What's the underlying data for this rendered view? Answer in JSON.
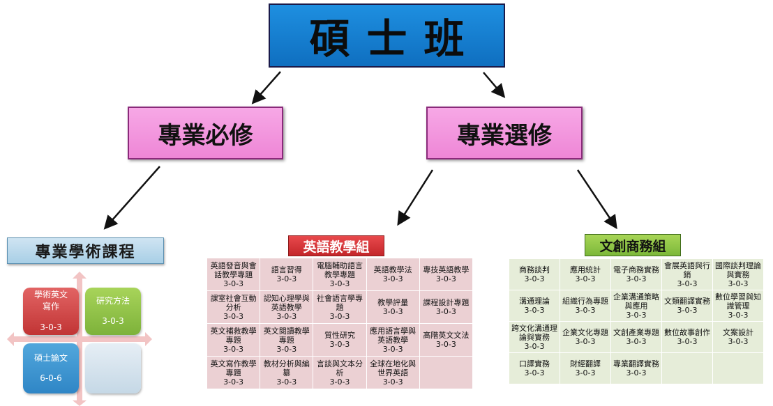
{
  "title": "碩士班",
  "branches": {
    "required": "專業必修",
    "elective": "專業選修"
  },
  "academic": {
    "label": "專業學術課程",
    "tiles": [
      {
        "name": "學術英文寫作",
        "code": "3-0-3"
      },
      {
        "name": "研究方法",
        "code": "3-0-3"
      },
      {
        "name": "碩士論文",
        "code": "6-0-6"
      },
      {
        "name": "",
        "code": ""
      }
    ]
  },
  "english_group": {
    "label": "英語教學組",
    "rows": [
      [
        {
          "name": "英語發音與會話教學專題",
          "code": "3-0-3"
        },
        {
          "name": "語言習得",
          "code": "3-0-3"
        },
        {
          "name": "電腦輔助語言教學專題",
          "code": "3-0-3"
        },
        {
          "name": "英語教學法",
          "code": "3-0-3"
        },
        {
          "name": "專技英語教學",
          "code": "3-0-3"
        }
      ],
      [
        {
          "name": "課室社會互動分析",
          "code": "3-0-3"
        },
        {
          "name": "認知心理學與英語教學",
          "code": "3-0-3"
        },
        {
          "name": "社會語言學專題",
          "code": "3-0-3"
        },
        {
          "name": "教學評量",
          "code": "3-0-3"
        },
        {
          "name": "課程設計專題",
          "code": "3-0-3"
        }
      ],
      [
        {
          "name": "英文補救教學專題",
          "code": "3-0-3"
        },
        {
          "name": "英文閱讀教學專題",
          "code": "3-0-3"
        },
        {
          "name": "質性研究",
          "code": "3-0-3"
        },
        {
          "name": "應用語言學與英語教學",
          "code": "3-0-3"
        },
        {
          "name": "高階英文文法",
          "code": "3-0-3"
        }
      ],
      [
        {
          "name": "英文寫作教學專題",
          "code": "3-0-3"
        },
        {
          "name": "教材分析與編纂",
          "code": "3-0-3"
        },
        {
          "name": "言談與文本分析",
          "code": "3-0-3"
        },
        {
          "name": "全球在地化與世界英語",
          "code": "3-0-3"
        },
        {
          "name": "",
          "code": ""
        }
      ]
    ]
  },
  "business_group": {
    "label": "文創商務組",
    "rows": [
      [
        {
          "name": "商務談判",
          "code": "3-0-3"
        },
        {
          "name": "應用統計",
          "code": "3-0-3"
        },
        {
          "name": "電子商務實務",
          "code": "3-0-3"
        },
        {
          "name": "會展英語與行銷",
          "code": "3-0-3"
        },
        {
          "name": "國際談判理論與實務",
          "code": "3-0-3"
        }
      ],
      [
        {
          "name": "溝通理論",
          "code": "3-0-3"
        },
        {
          "name": "組織行為專題",
          "code": "3-0-3"
        },
        {
          "name": "企業溝通策略與應用",
          "code": "3-0-3"
        },
        {
          "name": "文類翻譯實務",
          "code": "3-0-3"
        },
        {
          "name": "數位學習與知識管理",
          "code": "3-0-3"
        }
      ],
      [
        {
          "name": "跨文化溝通理論與實務",
          "code": "3-0-3"
        },
        {
          "name": "企業文化專題",
          "code": "3-0-3"
        },
        {
          "name": "文創產業專題",
          "code": "3-0-3"
        },
        {
          "name": "數位故事創作",
          "code": "3-0-3"
        },
        {
          "name": "文案設計",
          "code": "3-0-3"
        }
      ],
      [
        {
          "name": "口譯實務",
          "code": "3-0-3"
        },
        {
          "name": "財經翻譯",
          "code": "3-0-3"
        },
        {
          "name": "專業翻譯實務",
          "code": "3-0-3"
        },
        {
          "name": "",
          "code": ""
        },
        {
          "name": "",
          "code": ""
        }
      ]
    ]
  }
}
